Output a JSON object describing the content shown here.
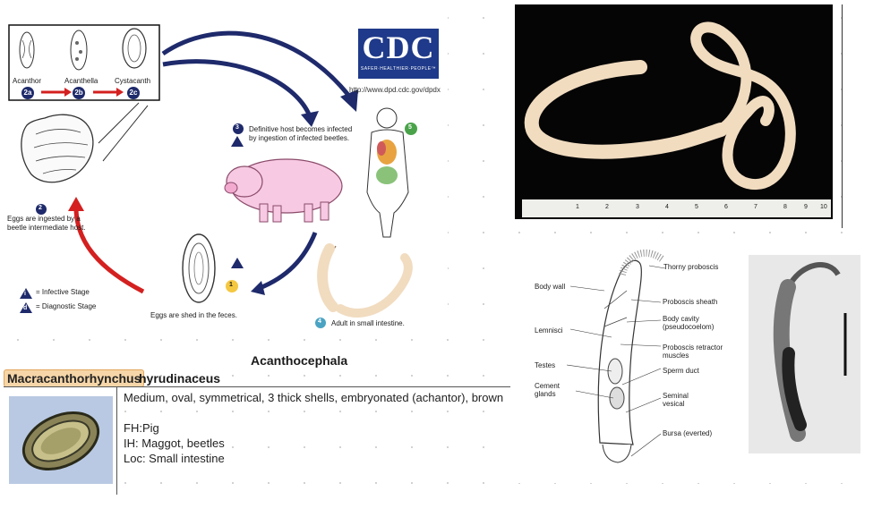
{
  "lifecycle": {
    "stages": [
      "Acanthor",
      "Acanthella",
      "Cystacanth"
    ],
    "stage_codes": [
      "2a",
      "2b",
      "2c"
    ],
    "step2_num": "2",
    "step2_text": "Eggs are ingested by a beetle intermediate host.",
    "step3_num": "3",
    "step3_text": "Definitive host becomes infected by ingestion of infected beetles.",
    "step4_num": "4",
    "step4_text": "Adult in small intestine.",
    "step5_num": "5",
    "step1_num": "1",
    "egg_text": "Eggs are shed in the feces.",
    "legend_infective": "= Infective Stage",
    "legend_diagnostic": "= Diagnostic Stage",
    "legend_i": "i",
    "legend_d": "d",
    "cdc_letters": "CDC",
    "cdc_tag": "SAFER·HEALTHIER·PEOPLE™",
    "cdc_url": "http://www.dpd.cdc.gov/dpdx"
  },
  "section_title": "Acanthocephala",
  "species": {
    "genus": "Macracanthorhynchus",
    "epithet": "hyrudinaceus"
  },
  "description": {
    "line1": "Medium, oval, symmetrical, 3 thick shells, embryonated (achantor), brown",
    "fh": "FH:Pig",
    "ih": "IH: Maggot, beetles",
    "loc": "Loc: Small intestine"
  },
  "anatomy_labels": {
    "thorny": "Thorny proboscis",
    "body_wall": "Body wall",
    "sheath": "Proboscis sheath",
    "cavity": "Body cavity (pseudocoelom)",
    "lemnisci": "Lemnisci",
    "retractor": "Proboscis retractor muscles",
    "testes": "Testes",
    "sperm": "Sperm duct",
    "cement": "Cement glands",
    "seminal": "Seminal vesical",
    "bursa": "Bursa (everted)"
  },
  "ruler_numbers": [
    "1",
    "2",
    "3",
    "4",
    "5",
    "6",
    "7",
    "8",
    "9",
    "10"
  ],
  "colors": {
    "dark_blue": "#1e2a6b",
    "red_arrow": "#d42020",
    "highlight": "#f6d6a8",
    "worm": "#f1dcc0"
  }
}
